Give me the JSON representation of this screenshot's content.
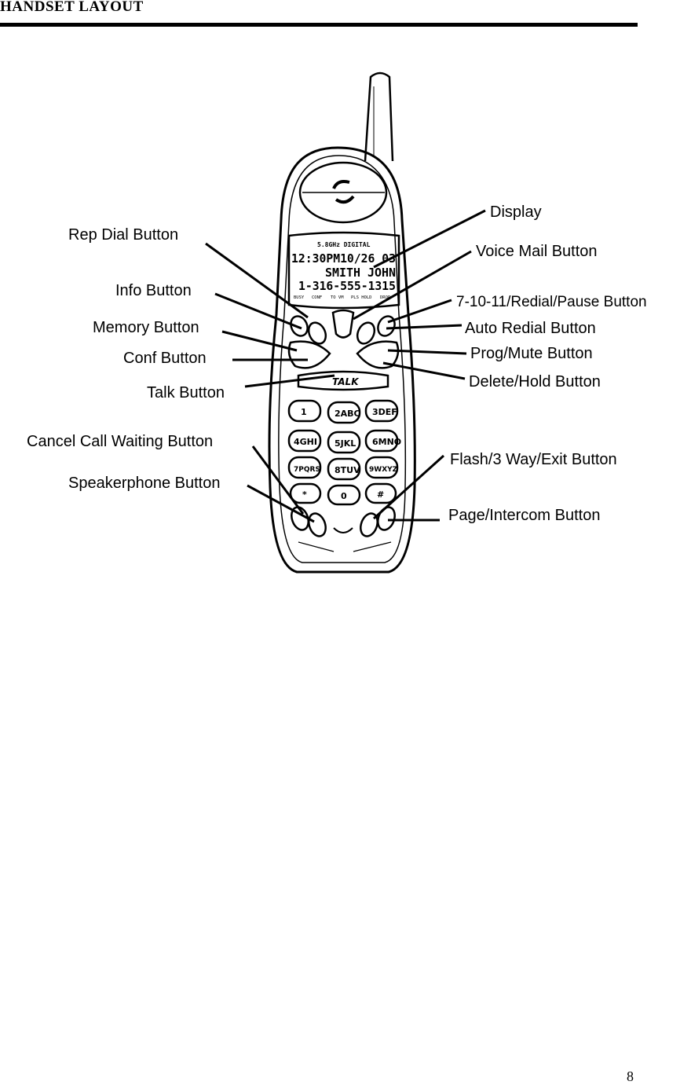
{
  "header": {
    "title": "HANDSET LAYOUT"
  },
  "display": {
    "brand": "5.8GHz DIGITAL",
    "line1": "12:30PM10/26 03",
    "line2": "SMITH JOHN",
    "line3": "1-316-555-1315",
    "status": [
      "BUSY",
      "CONF",
      "TO VM",
      "PLS HOLD",
      "DROP"
    ]
  },
  "keypad": {
    "talk_label": "TALK",
    "keys": [
      "1",
      "2ABC",
      "3DEF",
      "4GHI",
      "5JKL",
      "6MNO",
      "7PQRS",
      "8TUV",
      "9WXYZ",
      "*",
      "0",
      "#"
    ]
  },
  "callouts": {
    "rep_dial": "Rep Dial Button",
    "info": "Info Button",
    "memory": "Memory Button",
    "conf": "Conf Button",
    "talk": "Talk Button",
    "cancel_call_waiting": "Cancel Call Waiting Button",
    "speakerphone": "Speakerphone Button",
    "display": "Display",
    "voice_mail": "Voice Mail Button",
    "redial_pause": "7-10-11/Redial/Pause Button",
    "auto_redial": "Auto Redial Button",
    "prog_mute": "Prog/Mute Button",
    "delete_hold": "Delete/Hold Button",
    "flash": "Flash/3 Way/Exit Button",
    "page_intercom": "Page/Intercom Button"
  },
  "footer": {
    "page_number": "8"
  }
}
